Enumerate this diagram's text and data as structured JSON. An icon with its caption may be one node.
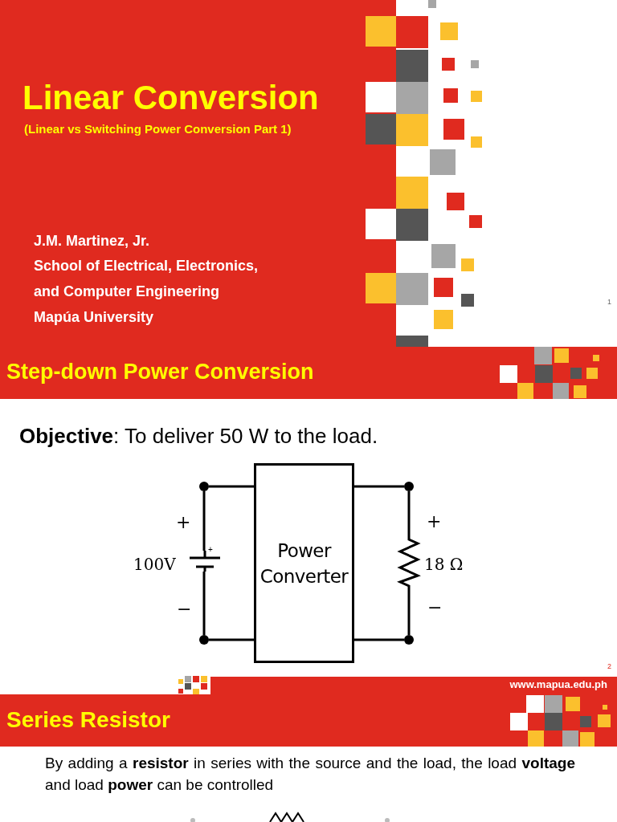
{
  "diagram": {
    "title": "Linear Conversion",
    "nodes": [
      {
        "text": [
          "Power Converter"
        ]
      },
      {
        "text": [],
        "shape": "battery",
        "beside": [
          "100V"
        ]
      },
      {
        "text": [],
        "shape": "resistor",
        "beside": [
          "18 Ω"
        ]
      },
      {
        "text": [],
        "shape": "circle"
      },
      {
        "text": [],
        "shape": "circle"
      },
      {
        "text": [],
        "shape": "circle"
      },
      {
        "text": [],
        "shape": "circle"
      }
    ],
    "edges": [
      {
        "from": 3,
        "to": 0,
        "arrow": "none"
      },
      {
        "from": 3,
        "to": 1,
        "arrow": "none"
      },
      {
        "from": 1,
        "to": 5,
        "arrow": "none"
      },
      {
        "from": 5,
        "to": 0,
        "arrow": "none"
      },
      {
        "from": 0,
        "to": 4,
        "arrow": "none"
      },
      {
        "from": 4,
        "to": 2,
        "arrow": "none"
      },
      {
        "from": 2,
        "to": 6,
        "arrow": "none"
      },
      {
        "from": 0,
        "to": 6,
        "arrow": "none"
      }
    ],
    "labels": [
      "(Linear vs Switching Power Conversion Part 1)",
      "J.M. Martinez, Jr.",
      "School of Electrical, Electronics,",
      "and Computer Engineering",
      "Mapúa University",
      "1",
      "Step-down Power Conversion",
      "**Objective**: To deliver 50 W to the load.",
      "+",
      "+",
      "+",
      "−",
      "−",
      "2",
      "www.mapua.edu.ph",
      "Series Resistor",
      "By adding a **resistor** in series with the source and the load, the load **voltage** and load **power** can be controlled"
    ]
  }
}
